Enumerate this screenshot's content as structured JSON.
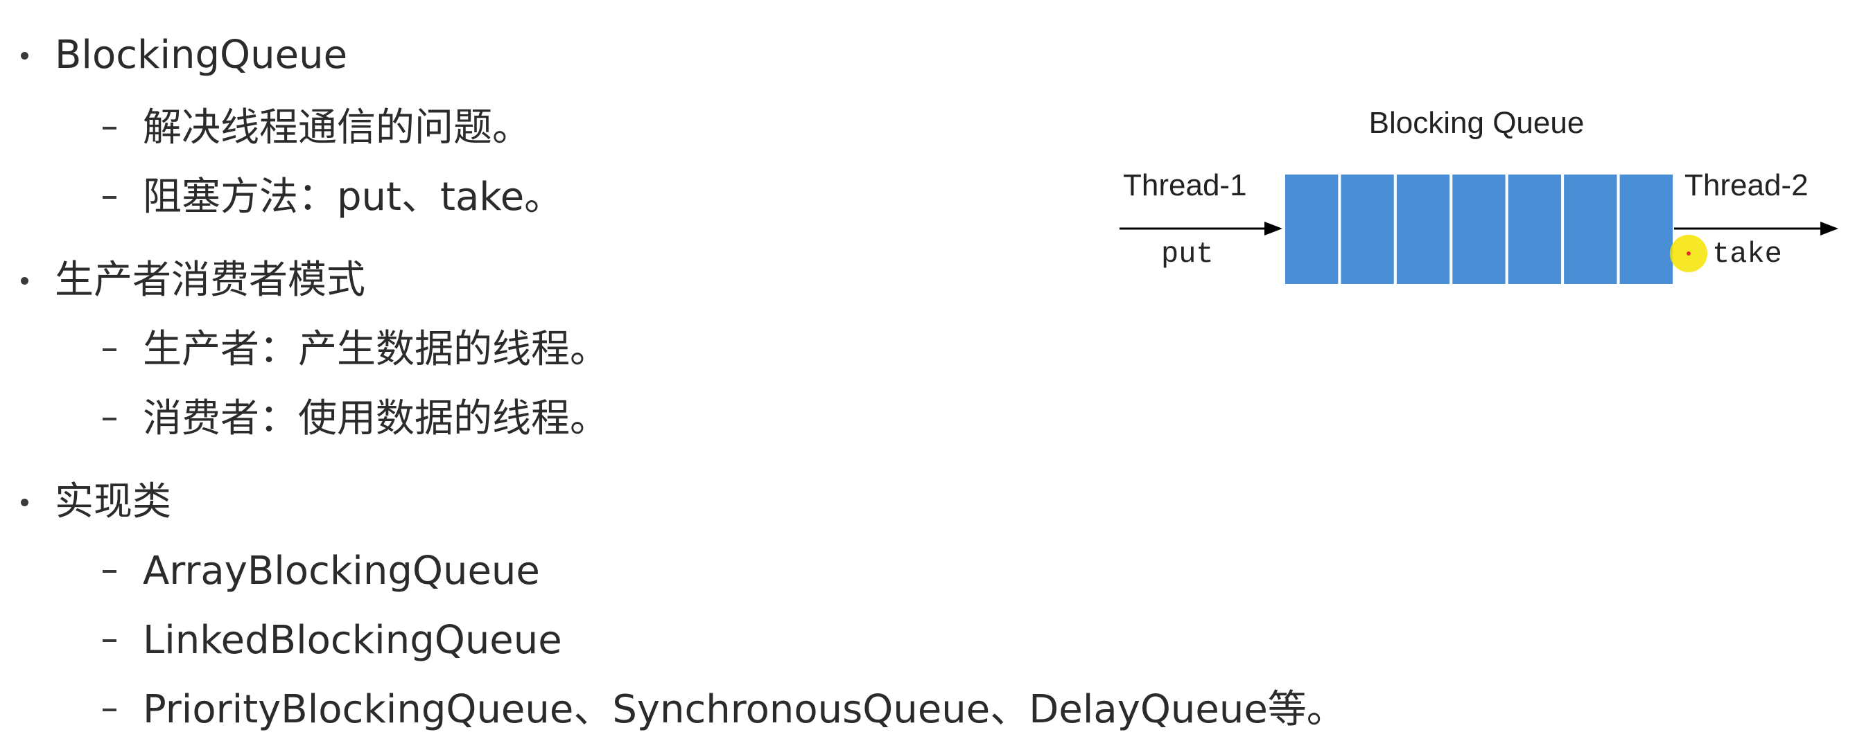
{
  "content": {
    "bullets": [
      {
        "text": "BlockingQueue",
        "subitems": [
          "解决线程通信的问题。",
          "阻塞方法：put、take。"
        ]
      },
      {
        "text": "生产者消费者模式",
        "subitems": [
          "生产者：产生数据的线程。",
          "消费者：使用数据的线程。"
        ]
      },
      {
        "text": "实现类",
        "subitems": [
          "ArrayBlockingQueue",
          "LinkedBlockingQueue",
          "PriorityBlockingQueue、SynchronousQueue、DelayQueue等。"
        ]
      }
    ]
  },
  "diagram": {
    "title": "Blocking Queue",
    "left_thread": "Thread-1",
    "left_op": "put",
    "right_thread": "Thread-2",
    "right_op": "take",
    "slot_count": 7,
    "colors": {
      "slot_fill": "#4a8fd6",
      "slot_border": "#ffffff",
      "arrow": "#000000",
      "cursor_highlight": "#f5e400",
      "cursor_dot": "#e0312b"
    }
  }
}
